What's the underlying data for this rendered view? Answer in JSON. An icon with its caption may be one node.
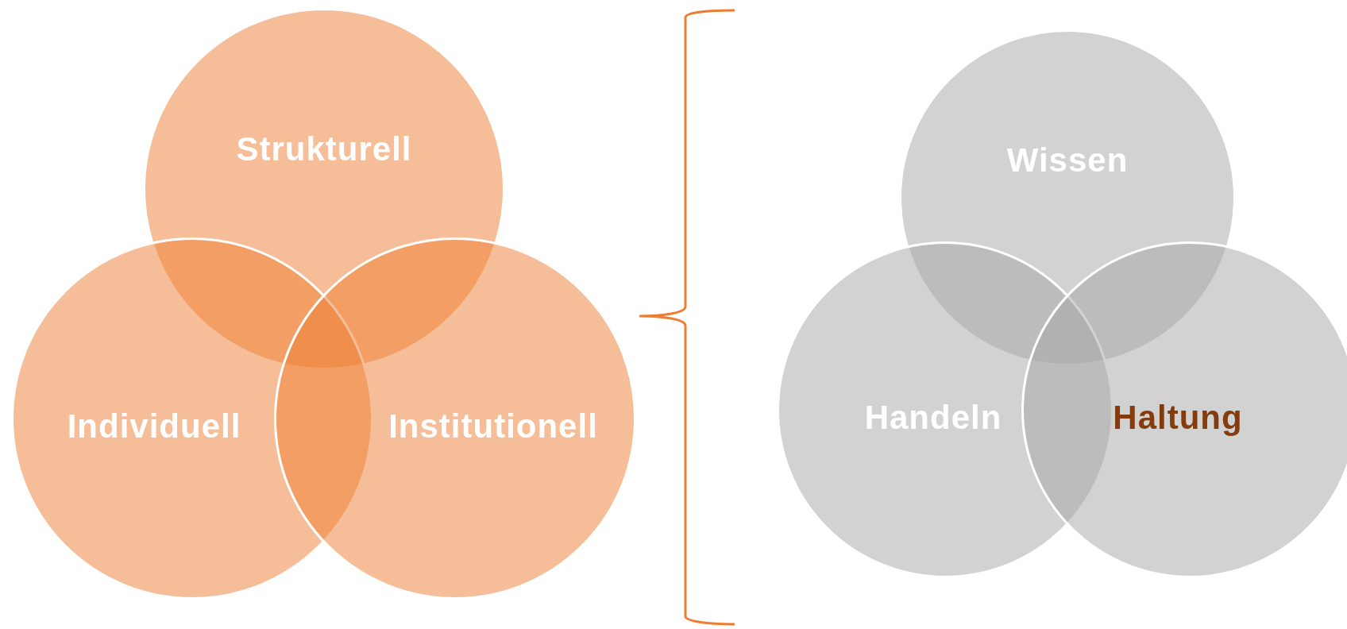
{
  "diagram": {
    "nodes": [
      {
        "text": [
          "Strukturell"
        ]
      },
      {
        "text": [
          "Individuell"
        ]
      },
      {
        "text": [
          "Institutionell"
        ]
      },
      {
        "text": [
          "Wissen"
        ]
      },
      {
        "text": [
          "Handeln"
        ]
      },
      {
        "text": [
          "Haltung"
        ]
      }
    ]
  }
}
